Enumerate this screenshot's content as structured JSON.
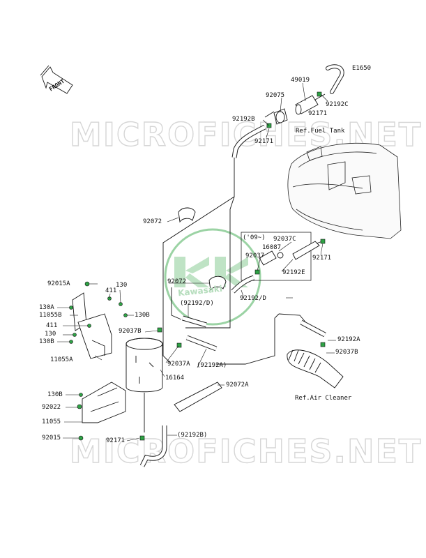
{
  "diagram": {
    "code": "E1650",
    "direction": "FRONT",
    "watermark": "MICROFICHES.NET",
    "brand": "Kawasaki",
    "colors": {
      "part": "#2fa346",
      "line": "#111111",
      "watermark": "#d6d6d6"
    },
    "references": {
      "fuel_tank": "Ref.Fuel Tank",
      "air_cleaner": "Ref.Air Cleaner"
    },
    "labels": {
      "p49019": "49019",
      "p92075": "92075",
      "p92192C": "92192C",
      "p92171_top": "92171",
      "p92192B_top": "92192B",
      "p92171_mid": "92171",
      "p92072_top": "92072",
      "p09": "('09~)",
      "p92037C": "92037C",
      "p16087": "16087",
      "p92037": "92037",
      "p92192E": "92192E",
      "p92171_r": "92171",
      "p92015A": "92015A",
      "p411_a": "411",
      "p130_a": "130",
      "p130A": "130A",
      "p11055B": "11055B",
      "p130B_a": "130B",
      "p92072_mid": "92072",
      "p92192D_paren": "(92192/D)",
      "p92192D": "92192/D",
      "p411_b": "411",
      "p130_b": "130",
      "p130B_b": "130B",
      "p92037B_left": "92037B",
      "p11055A": "11055A",
      "p92037A": "92037A",
      "p92192A_paren": "(92192A)",
      "p92192A": "92192A",
      "p92037B_right": "92037B",
      "p16164": "16164",
      "p92072A": "92072A",
      "p130B_c": "130B",
      "p92022": "92022",
      "p11055": "11055",
      "p92015": "92015",
      "p92171_bot": "92171",
      "p92192B_paren": "(92192B)"
    }
  }
}
